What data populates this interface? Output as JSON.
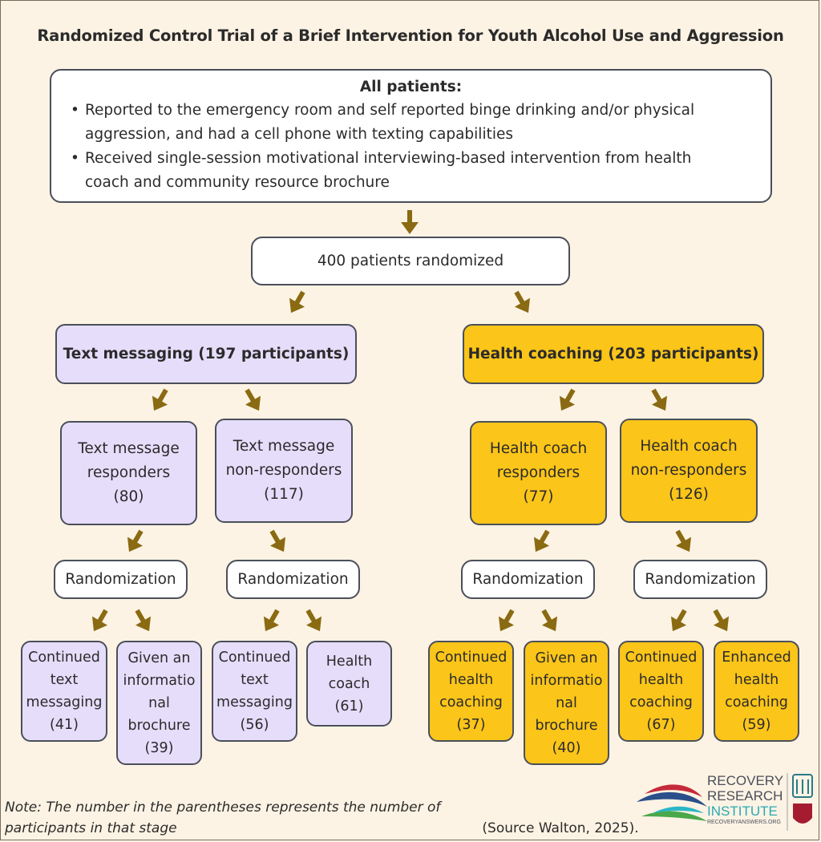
{
  "title": "Randomized Control Trial of a Brief Intervention for Youth Alcohol Use and Aggression",
  "all_patients": {
    "heading": "All patients:",
    "bullets": [
      {
        "line1": "Reported to the emergency room and self reported binge drinking and/or physical",
        "line2": "aggression, and had a cell phone with texting capabilities"
      },
      {
        "line1": "Received single-session motivational interviewing-based intervention from health",
        "line2": "coach and community resource brochure"
      }
    ]
  },
  "randomized": "400 patients randomized",
  "groups": {
    "text": "Text messaging (197 participants)",
    "health": "Health coaching (203 participants)"
  },
  "subgroups": {
    "tm_resp": [
      "Text message",
      "responders",
      "(80)"
    ],
    "tm_nonresp": [
      "Text message",
      "non-responders",
      "(117)"
    ],
    "hc_resp": [
      "Health coach",
      "responders",
      "(77)"
    ],
    "hc_nonresp": [
      "Health coach",
      "non-responders",
      "(126)"
    ]
  },
  "randomization_label": "Randomization",
  "leaves": {
    "l1": [
      "Continued",
      "text",
      "messaging",
      "(41)"
    ],
    "l2": [
      "Given an",
      "informatio",
      "nal",
      "brochure",
      "(39)"
    ],
    "l3": [
      "Continued",
      "text",
      "messaging",
      "(56)"
    ],
    "l4": [
      "Health",
      "coach",
      "(61)"
    ],
    "l5": [
      "Continued",
      "health",
      "coaching",
      "(37)"
    ],
    "l6": [
      "Given an",
      "informatio",
      "nal",
      "brochure",
      "(40)"
    ],
    "l7": [
      "Continued",
      "health",
      "coaching",
      "(67)"
    ],
    "l8": [
      "Enhanced",
      "health",
      "coaching",
      "(59)"
    ]
  },
  "note": {
    "italic": "Note: The number in the parentheses represents the number of participants in that stage",
    "plain": " (Source Walton, 2025)."
  },
  "logo": {
    "line1": "RECOVERY",
    "line2": "RESEARCH",
    "line3": "INSTITUTE",
    "url": "RECOVERYANSWERS.ORG"
  },
  "colors": {
    "background": "#fcf3e4",
    "purple": "#e6ddfb",
    "gold": "#fbc519",
    "arrow": "#8a6a12",
    "border": "#4a4f5a"
  }
}
